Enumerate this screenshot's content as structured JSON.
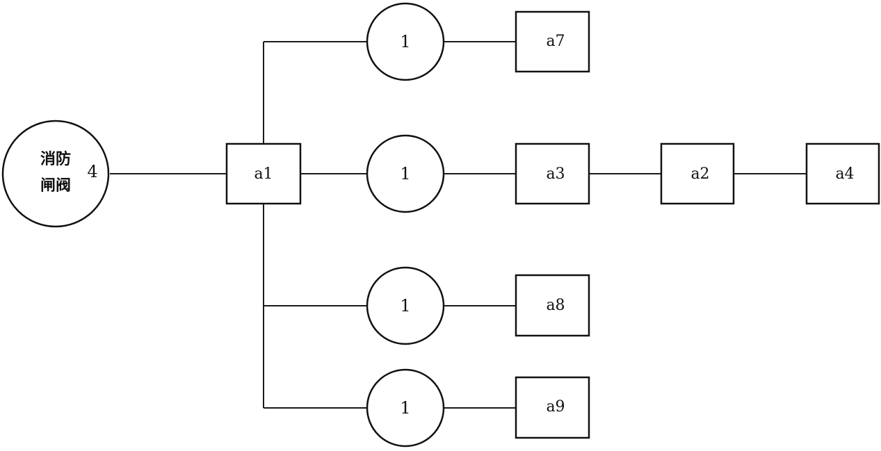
{
  "valve": {
    "label_line1": "消防",
    "label_line2": "闸阀",
    "number": "4"
  },
  "nodes": {
    "a1": "a1",
    "a2": "a2",
    "a3": "a3",
    "a4": "a4",
    "a7": "a7",
    "a8": "a8",
    "a9": "a9"
  },
  "connectors": {
    "c_top": "1",
    "c_mid": "1",
    "c_low": "1",
    "c_bot": "1"
  }
}
